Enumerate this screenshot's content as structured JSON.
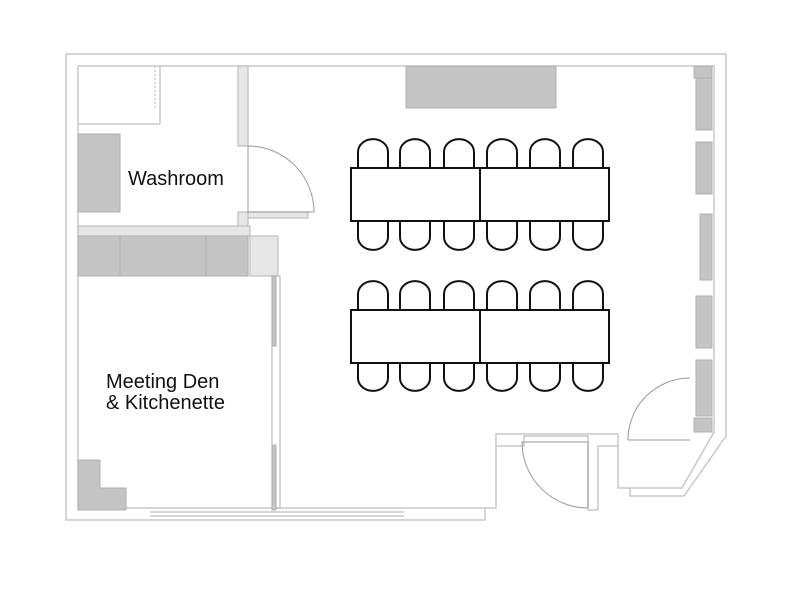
{
  "rooms": {
    "washroom": "Washroom",
    "meeting_line1": "Meeting Den",
    "meeting_line2": "& Kitchenette"
  }
}
